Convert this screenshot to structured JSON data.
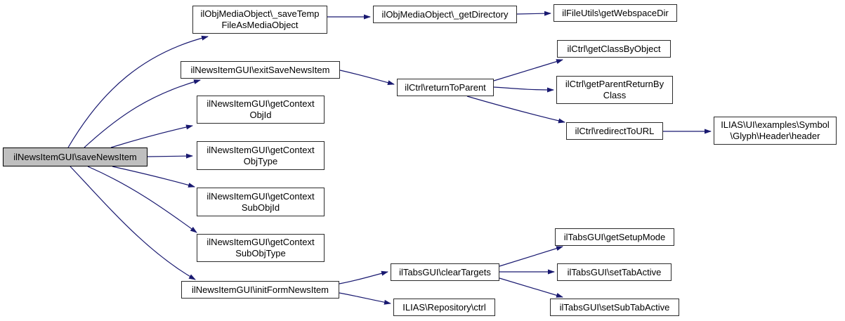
{
  "diagram": {
    "type": "call-graph",
    "background_color": "#ffffff",
    "edge_color": "#191970",
    "node_fill_color": "#ffffff",
    "node_border_color": "#2b2b2b",
    "root_node_fill_color": "#bfbfbf",
    "nodes": [
      {
        "id": "saveNewsItem",
        "label": "ilNewsItemGUI\\saveNewsItem",
        "root": true
      },
      {
        "id": "saveTempFileAsMediaObject",
        "label": "ilObjMediaObject\\_saveTemp\nFileAsMediaObject",
        "root": false
      },
      {
        "id": "getDirectory",
        "label": "ilObjMediaObject\\_getDirectory",
        "root": false
      },
      {
        "id": "getWebspaceDir",
        "label": "ilFileUtils\\getWebspaceDir",
        "root": false
      },
      {
        "id": "exitSaveNewsItem",
        "label": "ilNewsItemGUI\\exitSaveNewsItem",
        "root": false
      },
      {
        "id": "returnToParent",
        "label": "ilCtrl\\returnToParent",
        "root": false
      },
      {
        "id": "getClassByObject",
        "label": "ilCtrl\\getClassByObject",
        "root": false
      },
      {
        "id": "getParentReturnByClass",
        "label": "ilCtrl\\getParentReturnBy\nClass",
        "root": false
      },
      {
        "id": "redirectToURL",
        "label": "ilCtrl\\redirectToURL",
        "root": false
      },
      {
        "id": "headerExample",
        "label": "ILIAS\\UI\\examples\\Symbol\n\\Glyph\\Header\\header",
        "root": false
      },
      {
        "id": "getContextObjId",
        "label": "ilNewsItemGUI\\getContext\nObjId",
        "root": false
      },
      {
        "id": "getContextObjType",
        "label": "ilNewsItemGUI\\getContext\nObjType",
        "root": false
      },
      {
        "id": "getContextSubObjId",
        "label": "ilNewsItemGUI\\getContext\nSubObjId",
        "root": false
      },
      {
        "id": "getContextSubObjType",
        "label": "ilNewsItemGUI\\getContext\nSubObjType",
        "root": false
      },
      {
        "id": "initFormNewsItem",
        "label": "ilNewsItemGUI\\initFormNewsItem",
        "root": false
      },
      {
        "id": "clearTargets",
        "label": "ilTabsGUI\\clearTargets",
        "root": false
      },
      {
        "id": "getSetupMode",
        "label": "ilTabsGUI\\getSetupMode",
        "root": false
      },
      {
        "id": "setTabActive",
        "label": "ilTabsGUI\\setTabActive",
        "root": false
      },
      {
        "id": "setSubTabActive",
        "label": "ilTabsGUI\\setSubTabActive",
        "root": false
      },
      {
        "id": "repositoryCtrl",
        "label": "ILIAS\\Repository\\ctrl",
        "root": false
      }
    ],
    "edges": [
      {
        "from": "saveNewsItem",
        "to": "saveTempFileAsMediaObject"
      },
      {
        "from": "saveNewsItem",
        "to": "exitSaveNewsItem"
      },
      {
        "from": "saveNewsItem",
        "to": "getContextObjId"
      },
      {
        "from": "saveNewsItem",
        "to": "getContextObjType"
      },
      {
        "from": "saveNewsItem",
        "to": "getContextSubObjId"
      },
      {
        "from": "saveNewsItem",
        "to": "getContextSubObjType"
      },
      {
        "from": "saveNewsItem",
        "to": "initFormNewsItem"
      },
      {
        "from": "saveTempFileAsMediaObject",
        "to": "getDirectory"
      },
      {
        "from": "getDirectory",
        "to": "getWebspaceDir"
      },
      {
        "from": "exitSaveNewsItem",
        "to": "returnToParent"
      },
      {
        "from": "returnToParent",
        "to": "getClassByObject"
      },
      {
        "from": "returnToParent",
        "to": "getParentReturnByClass"
      },
      {
        "from": "returnToParent",
        "to": "redirectToURL"
      },
      {
        "from": "redirectToURL",
        "to": "headerExample"
      },
      {
        "from": "initFormNewsItem",
        "to": "clearTargets"
      },
      {
        "from": "initFormNewsItem",
        "to": "repositoryCtrl"
      },
      {
        "from": "clearTargets",
        "to": "getSetupMode"
      },
      {
        "from": "clearTargets",
        "to": "setTabActive"
      },
      {
        "from": "clearTargets",
        "to": "setSubTabActive"
      }
    ]
  }
}
